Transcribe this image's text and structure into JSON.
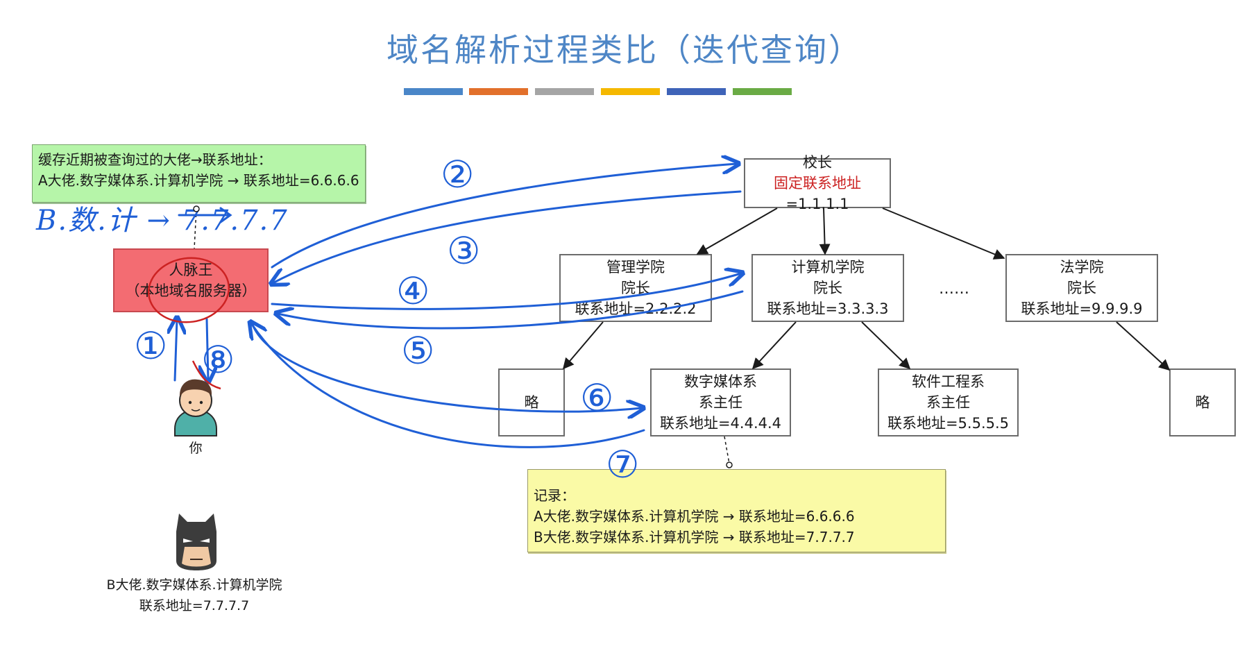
{
  "title": "域名解析过程类比（迭代查询）",
  "colors": {
    "title": "#4e86c6",
    "bars": [
      "#4a86c8",
      "#e2702b",
      "#a5a5a5",
      "#f5b800",
      "#3e63b8",
      "#6aab45"
    ],
    "cache_note": "#b6f5a9",
    "record_note": "#fafaa6",
    "local_dns": "#f36c72",
    "ink": "#1f5fd6",
    "highlight": "#cc2222"
  },
  "cache_note": {
    "line1": "缓存近期被查询过的大佬→联系地址：",
    "line2": "A大佬.数字媒体系.计算机学院 → 联系地址=6.6.6.6",
    "handwritten": "B.数.计 → 7.7.7.7"
  },
  "local_dns": {
    "line1": "人脉王",
    "line2": "（本地域名服务器）"
  },
  "root": {
    "line1": "校长",
    "line2_highlight": "固定联系地址",
    "line2_rest": "=1.1.1.1"
  },
  "mgmt": {
    "line1": "管理学院",
    "line2": "院长",
    "line3": "联系地址=2.2.2.2"
  },
  "cs": {
    "line1": "计算机学院",
    "line2": "院长",
    "line3": "联系地址=3.3.3.3"
  },
  "law": {
    "line1": "法学院",
    "line2": "院长",
    "line3": "联系地址=9.9.9.9"
  },
  "ellipsis": "……",
  "mgmt_child": "略",
  "law_child": "略",
  "dm": {
    "line1": "数字媒体系",
    "line2": "系主任",
    "line3": "联系地址=4.4.4.4"
  },
  "se": {
    "line1": "软件工程系",
    "line2": "系主任",
    "line3": "联系地址=5.5.5.5"
  },
  "record_note": {
    "line1": "记录：",
    "line2": "A大佬.数字媒体系.计算机学院 → 联系地址=6.6.6.6",
    "line3": "B大佬.数字媒体系.计算机学院 → 联系地址=7.7.7.7"
  },
  "you_label": "你",
  "b_boss": {
    "line1": "B大佬.数字媒体系.计算机学院",
    "line2": "联系地址=7.7.7.7"
  },
  "steps": [
    "①",
    "②",
    "③",
    "④",
    "⑤",
    "⑥",
    "⑦",
    "⑧"
  ]
}
